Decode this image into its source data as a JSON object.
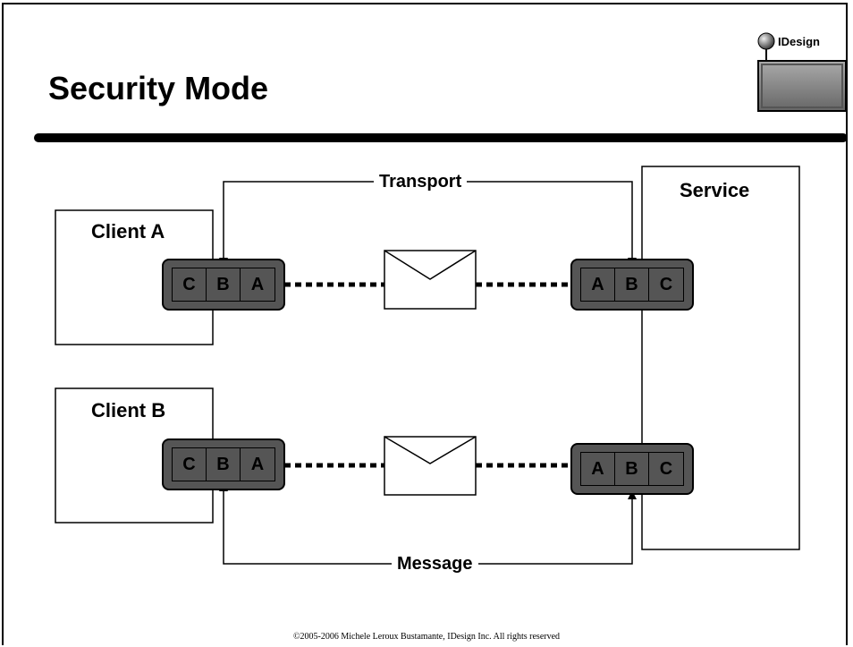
{
  "title": "Security Mode",
  "logo_text": "IDesign",
  "footer": "©2005-2006 Michele Leroux Bustamante, IDesign Inc. All rights reserved",
  "labels": {
    "client_a": "Client A",
    "client_b": "Client B",
    "service": "Service",
    "transport": "Transport",
    "message": "Message"
  },
  "client_a_stack": [
    "C",
    "B",
    "A"
  ],
  "client_b_stack": [
    "C",
    "B",
    "A"
  ],
  "service_stack_top": [
    "A",
    "B",
    "C"
  ],
  "service_stack_bottom": [
    "A",
    "B",
    "C"
  ]
}
